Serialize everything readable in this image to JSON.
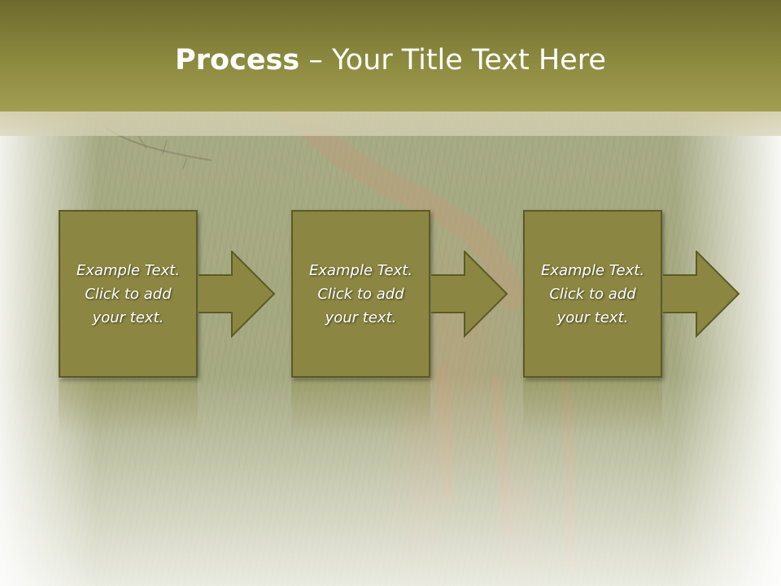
{
  "title": {
    "bold": "Process",
    "rest": " – Your Title Text Here"
  },
  "steps": [
    {
      "text": "Example Text.\nClick  to add\nyour text."
    },
    {
      "text": "Example Text.\nClick  to add\nyour text."
    },
    {
      "text": "Example Text.\nClick  to add\nyour text."
    }
  ],
  "colors": {
    "title_band": "#8c8a3f",
    "box_fill": "#8b8742",
    "box_border": "#5c5a25"
  }
}
